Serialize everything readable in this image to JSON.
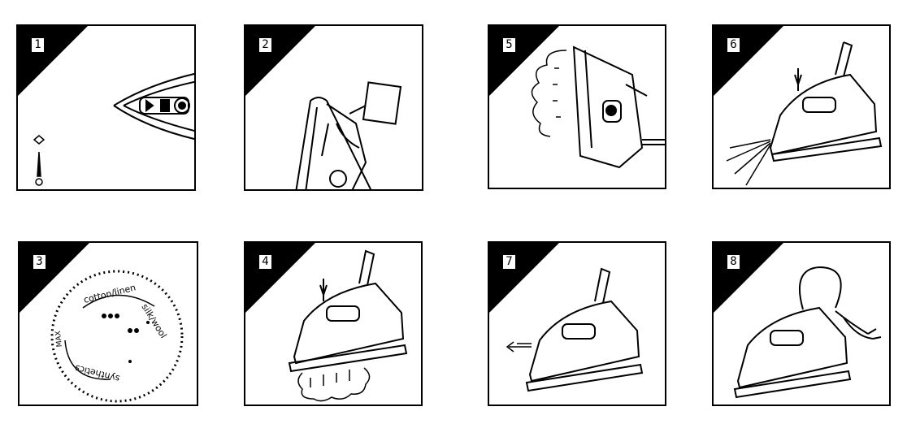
{
  "panels": [
    {
      "id": "1",
      "label": "1"
    },
    {
      "id": "2",
      "label": "2"
    },
    {
      "id": "5",
      "label": "5"
    },
    {
      "id": "6",
      "label": "6"
    },
    {
      "id": "3",
      "label": "3"
    },
    {
      "id": "4",
      "label": "4"
    },
    {
      "id": "7",
      "label": "7"
    },
    {
      "id": "8",
      "label": "8"
    }
  ],
  "dial": {
    "cotton_linen": "cotton/linen",
    "silk_wool": "silk/wool",
    "synthetics": "synthetics",
    "max": "MAX"
  }
}
